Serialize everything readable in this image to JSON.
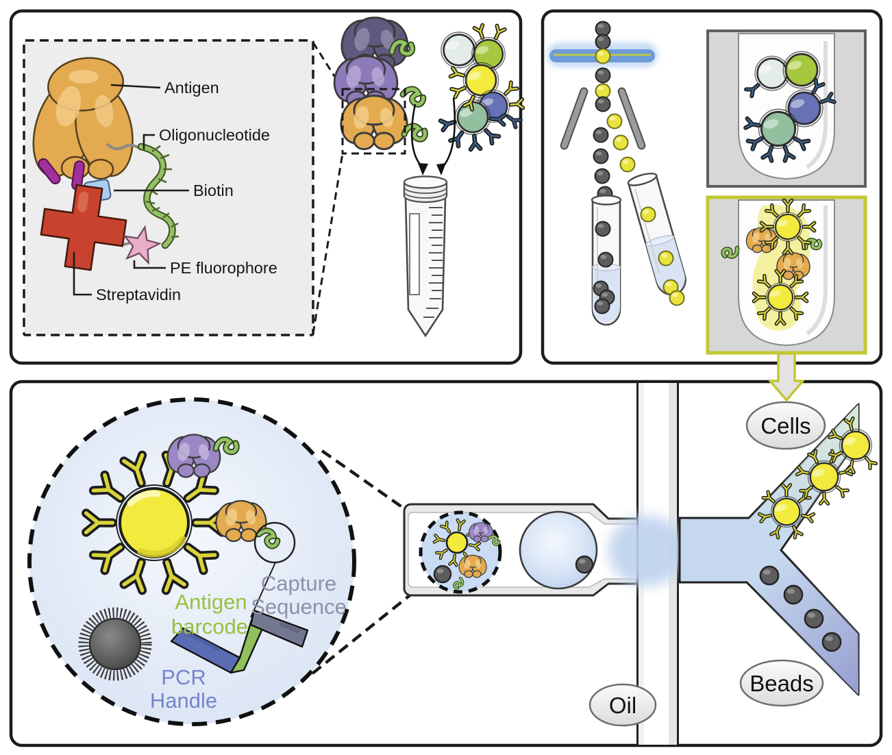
{
  "figure": {
    "panel_reagent": {
      "labels": {
        "antigen": "Antigen",
        "oligonucleotide": "Oligonucleotide",
        "biotin": "Biotin",
        "pe_fluorophore": "PE fluorophore",
        "streptavidin": "Streptavidin"
      }
    },
    "panel_droplet": {
      "labels": {
        "antigen_barcode_1": "Antigen",
        "antigen_barcode_2": "barcode",
        "capture_sequence_1": "Capture",
        "capture_sequence_2": "Sequence",
        "pcr_handle_1": "PCR",
        "pcr_handle_2": "Handle",
        "cells": "Cells",
        "oil": "Oil",
        "beads": "Beads"
      }
    },
    "colors": {
      "antigen_orange": "#e3aa50",
      "oligo_green": "#94c266",
      "biotin_blue": "#abcdf0",
      "streptavidin_red": "#c8432f",
      "pe_pink": "#e9aec9",
      "laser_blue": "#6d9cd9",
      "cell_yellow": "#f2ea3d",
      "bead_gray": "#5d5d5d",
      "sorted_highlight": "#c2c832",
      "pcr_handle_blue": "#5a6cb4",
      "barcode_green": "#8fc05c",
      "capture_gray": "#73778f"
    }
  }
}
